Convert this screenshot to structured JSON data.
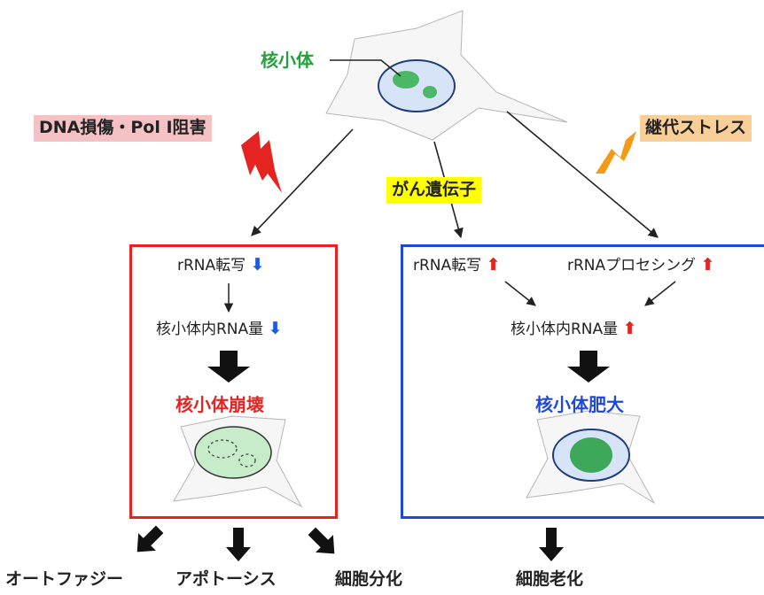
{
  "colors": {
    "left_box": "#e52320",
    "right_box": "#1f48d9",
    "nucleolus_label": "#21a23a",
    "arrow_down": "#1f5be0",
    "arrow_up": "#e52320",
    "tag_dna": "#f4c2c4",
    "tag_oncogene": "#ffff00",
    "tag_stress": "#f9cf98",
    "lightning_red": "#e52320",
    "lightning_orange": "#f39a17"
  },
  "top": {
    "nucleolus_label": "核小体"
  },
  "triggers": {
    "dna_damage": "DNA損傷・Pol Ⅰ阻害",
    "oncogene": "がん遺伝子",
    "passage_stress": "継代ストレス"
  },
  "left_panel": {
    "rrna_transcription": "rRNA転写",
    "nucleolar_rna": "核小体内RNA量",
    "result": "核小体崩壊",
    "indicator_icon": "arrow-down-icon"
  },
  "right_panel": {
    "rrna_transcription": "rRNA転写",
    "rrna_processing": "rRNAプロセシング",
    "nucleolar_rna": "核小体内RNA量",
    "result": "核小体肥大",
    "indicator_icon": "arrow-up-icon"
  },
  "outcomes": {
    "autophagy": "オートファジー",
    "apoptosis": "アポトーシス",
    "differentiation": "細胞分化",
    "senescence": "細胞老化"
  }
}
